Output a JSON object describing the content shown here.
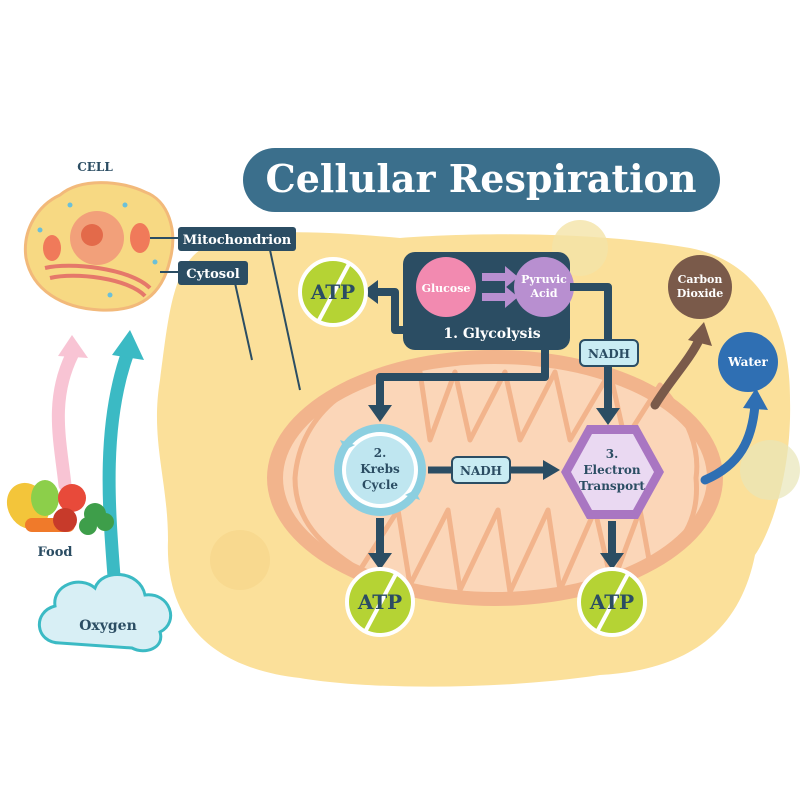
{
  "title": "Cellular Respiration",
  "cell": {
    "label": "CELL",
    "mitochondrion_label": "Mitochondrion",
    "cytosol_label": "Cytosol"
  },
  "inputs": {
    "food_label": "Food",
    "oxygen_label": "Oxygen"
  },
  "glycolysis": {
    "glucose_label": "Glucose",
    "pyruvic_line1": "Pyruvic",
    "pyruvic_line2": "Acid",
    "step_label": "1. Glycolysis"
  },
  "krebs": {
    "line1": "2.",
    "line2": "Krebs",
    "line3": "Cycle"
  },
  "electron": {
    "line1": "3.",
    "line2": "Electron",
    "line3": "Transport"
  },
  "carriers": {
    "nadh_top": "NADH",
    "nadh_middle": "NADH"
  },
  "products": {
    "atp_glycolysis": "ATP",
    "atp_krebs": "ATP",
    "atp_electron": "ATP",
    "carbon_line1": "Carbon",
    "carbon_line2": "Dioxide",
    "water_label": "Water"
  },
  "colors": {
    "title_bg": "#3b6f8c",
    "cytosol_yellow": "#fbe09a",
    "mito_outer": "#f2b48c",
    "mito_inner": "#fbd6b8",
    "navy": "#2b4d63",
    "atp_green": "#b5d334",
    "glucose_pink": "#f28ab0",
    "pyruvic_purple": "#b88fd0",
    "krebs_blue": "#bfe6f0",
    "electron_purple": "#a976c2",
    "carbon_brown": "#7a5a4a",
    "water_blue": "#2f6fb3"
  }
}
